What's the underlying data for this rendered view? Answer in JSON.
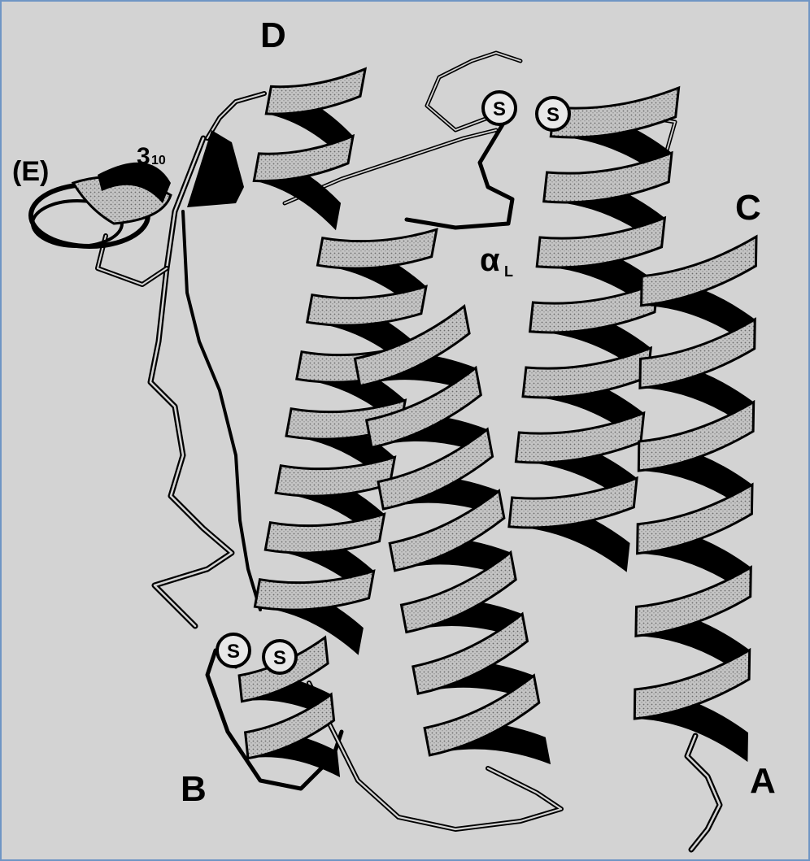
{
  "labels": {
    "helix_a": "A",
    "helix_b": "B",
    "helix_c": "C",
    "helix_d": "D",
    "helix_e": "(E)",
    "three_ten": "3",
    "three_ten_sub": "10",
    "alpha_l": "α",
    "alpha_l_sub": "L"
  },
  "disulfide_labels": {
    "top_left": "S",
    "top_right": "S",
    "bottom_left": "S",
    "bottom_right": "S"
  },
  "colors": {
    "background": "#d3d3d3",
    "frame": "#6f95c4",
    "ribbon_front": "#bdbdbd",
    "ribbon_back": "#000000",
    "strand": "#000000"
  }
}
